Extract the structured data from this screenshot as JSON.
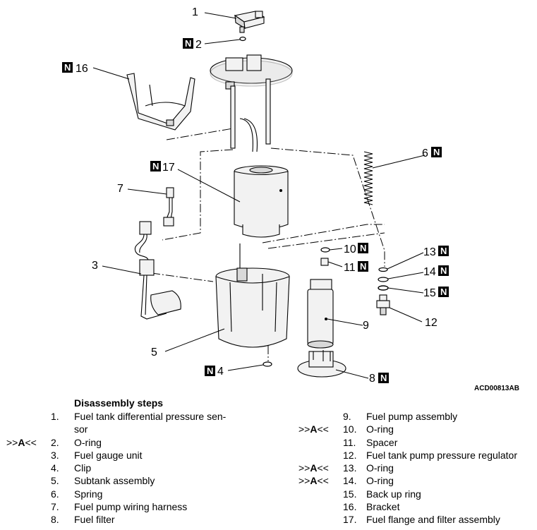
{
  "figure_code": "ACD00813AB",
  "new_part_mark": "N",
  "callouts": {
    "c1": "1",
    "c2": "2",
    "c3": "3",
    "c4": "4",
    "c5": "5",
    "c6": "6",
    "c7": "7",
    "c8": "8",
    "c9": "9",
    "c10": "10",
    "c11": "11",
    "c12": "12",
    "c13": "13",
    "c14": "14",
    "c15": "15",
    "c16": "16",
    "c17": "17"
  },
  "steps_title": "Disassembly steps",
  "service_mark": {
    "pre": ">>",
    "letter": "A",
    "post": "<<"
  },
  "steps_left": [
    {
      "num": "1.",
      "text": "Fuel tank differential pressure sen-",
      "text2": "sor",
      "mark": false
    },
    {
      "num": "2.",
      "text": "O-ring",
      "mark": true
    },
    {
      "num": "3.",
      "text": "Fuel gauge unit",
      "mark": false
    },
    {
      "num": "4.",
      "text": "Clip",
      "mark": false
    },
    {
      "num": "5.",
      "text": "Subtank assembly",
      "mark": false
    },
    {
      "num": "6.",
      "text": "Spring",
      "mark": false
    },
    {
      "num": "7.",
      "text": "Fuel pump wiring harness",
      "mark": false
    },
    {
      "num": "8.",
      "text": "Fuel filter",
      "mark": false
    }
  ],
  "steps_right": [
    {
      "num": "9.",
      "text": "Fuel pump assembly",
      "mark": false
    },
    {
      "num": "10.",
      "text": "O-ring",
      "mark": true
    },
    {
      "num": "11.",
      "text": "Spacer",
      "mark": false
    },
    {
      "num": "12.",
      "text": "Fuel tank pump pressure regulator",
      "mark": false
    },
    {
      "num": "13.",
      "text": "O-ring",
      "mark": true
    },
    {
      "num": "14.",
      "text": "O-ring",
      "mark": true
    },
    {
      "num": "15.",
      "text": "Back up ring",
      "mark": false
    },
    {
      "num": "16.",
      "text": "Bracket",
      "mark": false
    },
    {
      "num": "17.",
      "text": "Fuel flange and filter assembly",
      "mark": false
    }
  ]
}
